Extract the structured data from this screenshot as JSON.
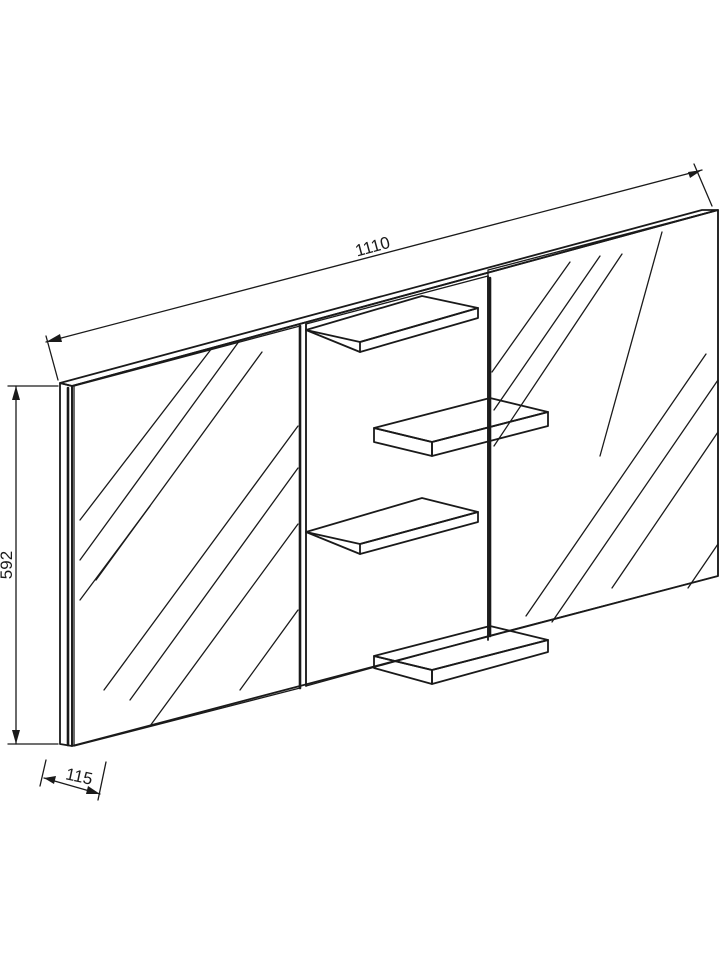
{
  "diagram": {
    "dimensions": {
      "width": "1110",
      "height": "592",
      "depth": "115"
    },
    "components": {
      "left_mirror_door": "mirror-door",
      "right_mirror_door": "mirror-door",
      "open_shelf_count": 4
    },
    "colors": {
      "line": "#1a1a1a",
      "background": "#ffffff"
    }
  }
}
